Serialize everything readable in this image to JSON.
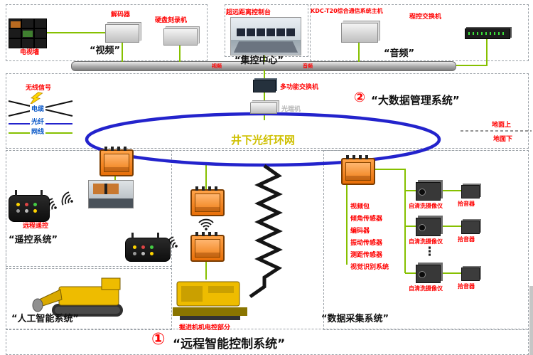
{
  "top": {
    "video_box": {
      "tv_wall": "电视墙",
      "decoder": "解码器",
      "recorder": "硬盘刻录机",
      "label": "“视频”"
    },
    "center_box": {
      "console": "超远距离控制台",
      "label": "“集控中心”"
    },
    "audio_box": {
      "host": "KDC-T20综合通信系统主机",
      "pbx": "程控交换机",
      "label": "“音频”"
    },
    "bus": {
      "video_tag": "视频",
      "audio_tag": "音频"
    }
  },
  "mid": {
    "multi_switch": "多功能交换机",
    "optical": "光端机",
    "bigdata_num": "②",
    "bigdata": "“大数据管理系统”",
    "ring": "井下光纤环网",
    "ground_above": "地面上",
    "ground_below": "地面下",
    "legend": {
      "wireless": "无线信号",
      "cable": "电缆",
      "fiber": "光纤",
      "net": "网线"
    }
  },
  "bottom": {
    "remote": "远程遥控",
    "remote_sys": "“遥控系统”",
    "ai_sys": "“人工智能系统”",
    "machine": "掘进机机电控部分",
    "title_num": "①",
    "title": "“远程智能控制系统”"
  },
  "daq": {
    "video_pack": "视频包",
    "sensors": [
      "倾角传感器",
      "编码器",
      "振动传感器",
      "测距传感器",
      "视觉识别系统"
    ],
    "rows": [
      {
        "camera": "自清洗摄像仪",
        "pickup": "拾音器"
      },
      {
        "camera": "自清洗摄像仪",
        "pickup": "拾音器"
      },
      {
        "camera": "自清洗摄像仪",
        "pickup": "拾音器"
      }
    ],
    "dots": "⋮",
    "label": "“数据采集系统”"
  },
  "colors": {
    "line_green": "#86c000",
    "ring_blue": "#2323cc",
    "label_red": "#ff0000"
  }
}
